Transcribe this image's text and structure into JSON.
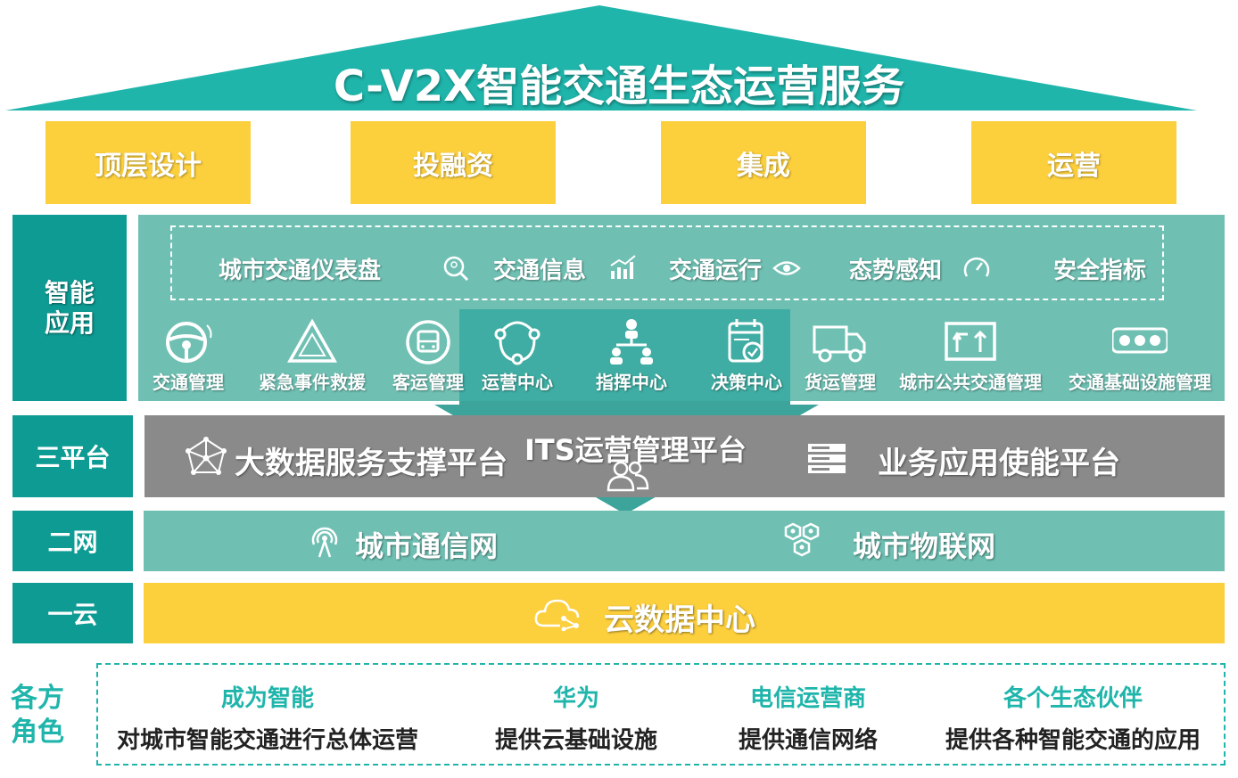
{
  "title": "C-V2X智能交通生态运营服务",
  "pillars": [
    "顶层设计",
    "投融资",
    "集成",
    "运营"
  ],
  "smart_app": {
    "label": "智能\n应用",
    "dashboard": {
      "title": "城市交通仪表盘",
      "items": [
        "交通信息",
        "交通运行",
        "态势感知",
        "安全指标"
      ]
    },
    "apps": [
      "交通管理",
      "紧急事件救援",
      "客运管理",
      "运营中心",
      "指挥中心",
      "决策中心",
      "货运管理",
      "城市公共交通管理",
      "交通基础设施管理"
    ]
  },
  "platforms": {
    "label": "三平台",
    "left": "大数据服务支撑平台",
    "center": "ITS运营管理平台",
    "right": "业务应用使能平台"
  },
  "networks": {
    "label": "二网",
    "left": "城市通信网",
    "right": "城市物联网"
  },
  "cloud": {
    "label": "一云",
    "name": "云数据中心"
  },
  "roles": {
    "label": "各方\n角色",
    "items": [
      {
        "title": "成为智能",
        "desc": "对城市智能交通进行总体运营"
      },
      {
        "title": "华为",
        "desc": "提供云基础设施"
      },
      {
        "title": "电信运营商",
        "desc": "提供通信网络"
      },
      {
        "title": "各个生态伙伴",
        "desc": "提供各种智能交通的应用"
      }
    ]
  },
  "colors": {
    "teal": "#1fb5ab",
    "dark_teal": "#0d9b93",
    "light_teal": "#6fc0b3",
    "grey": "#8a8a8a",
    "yellow": "#fccf3d"
  }
}
